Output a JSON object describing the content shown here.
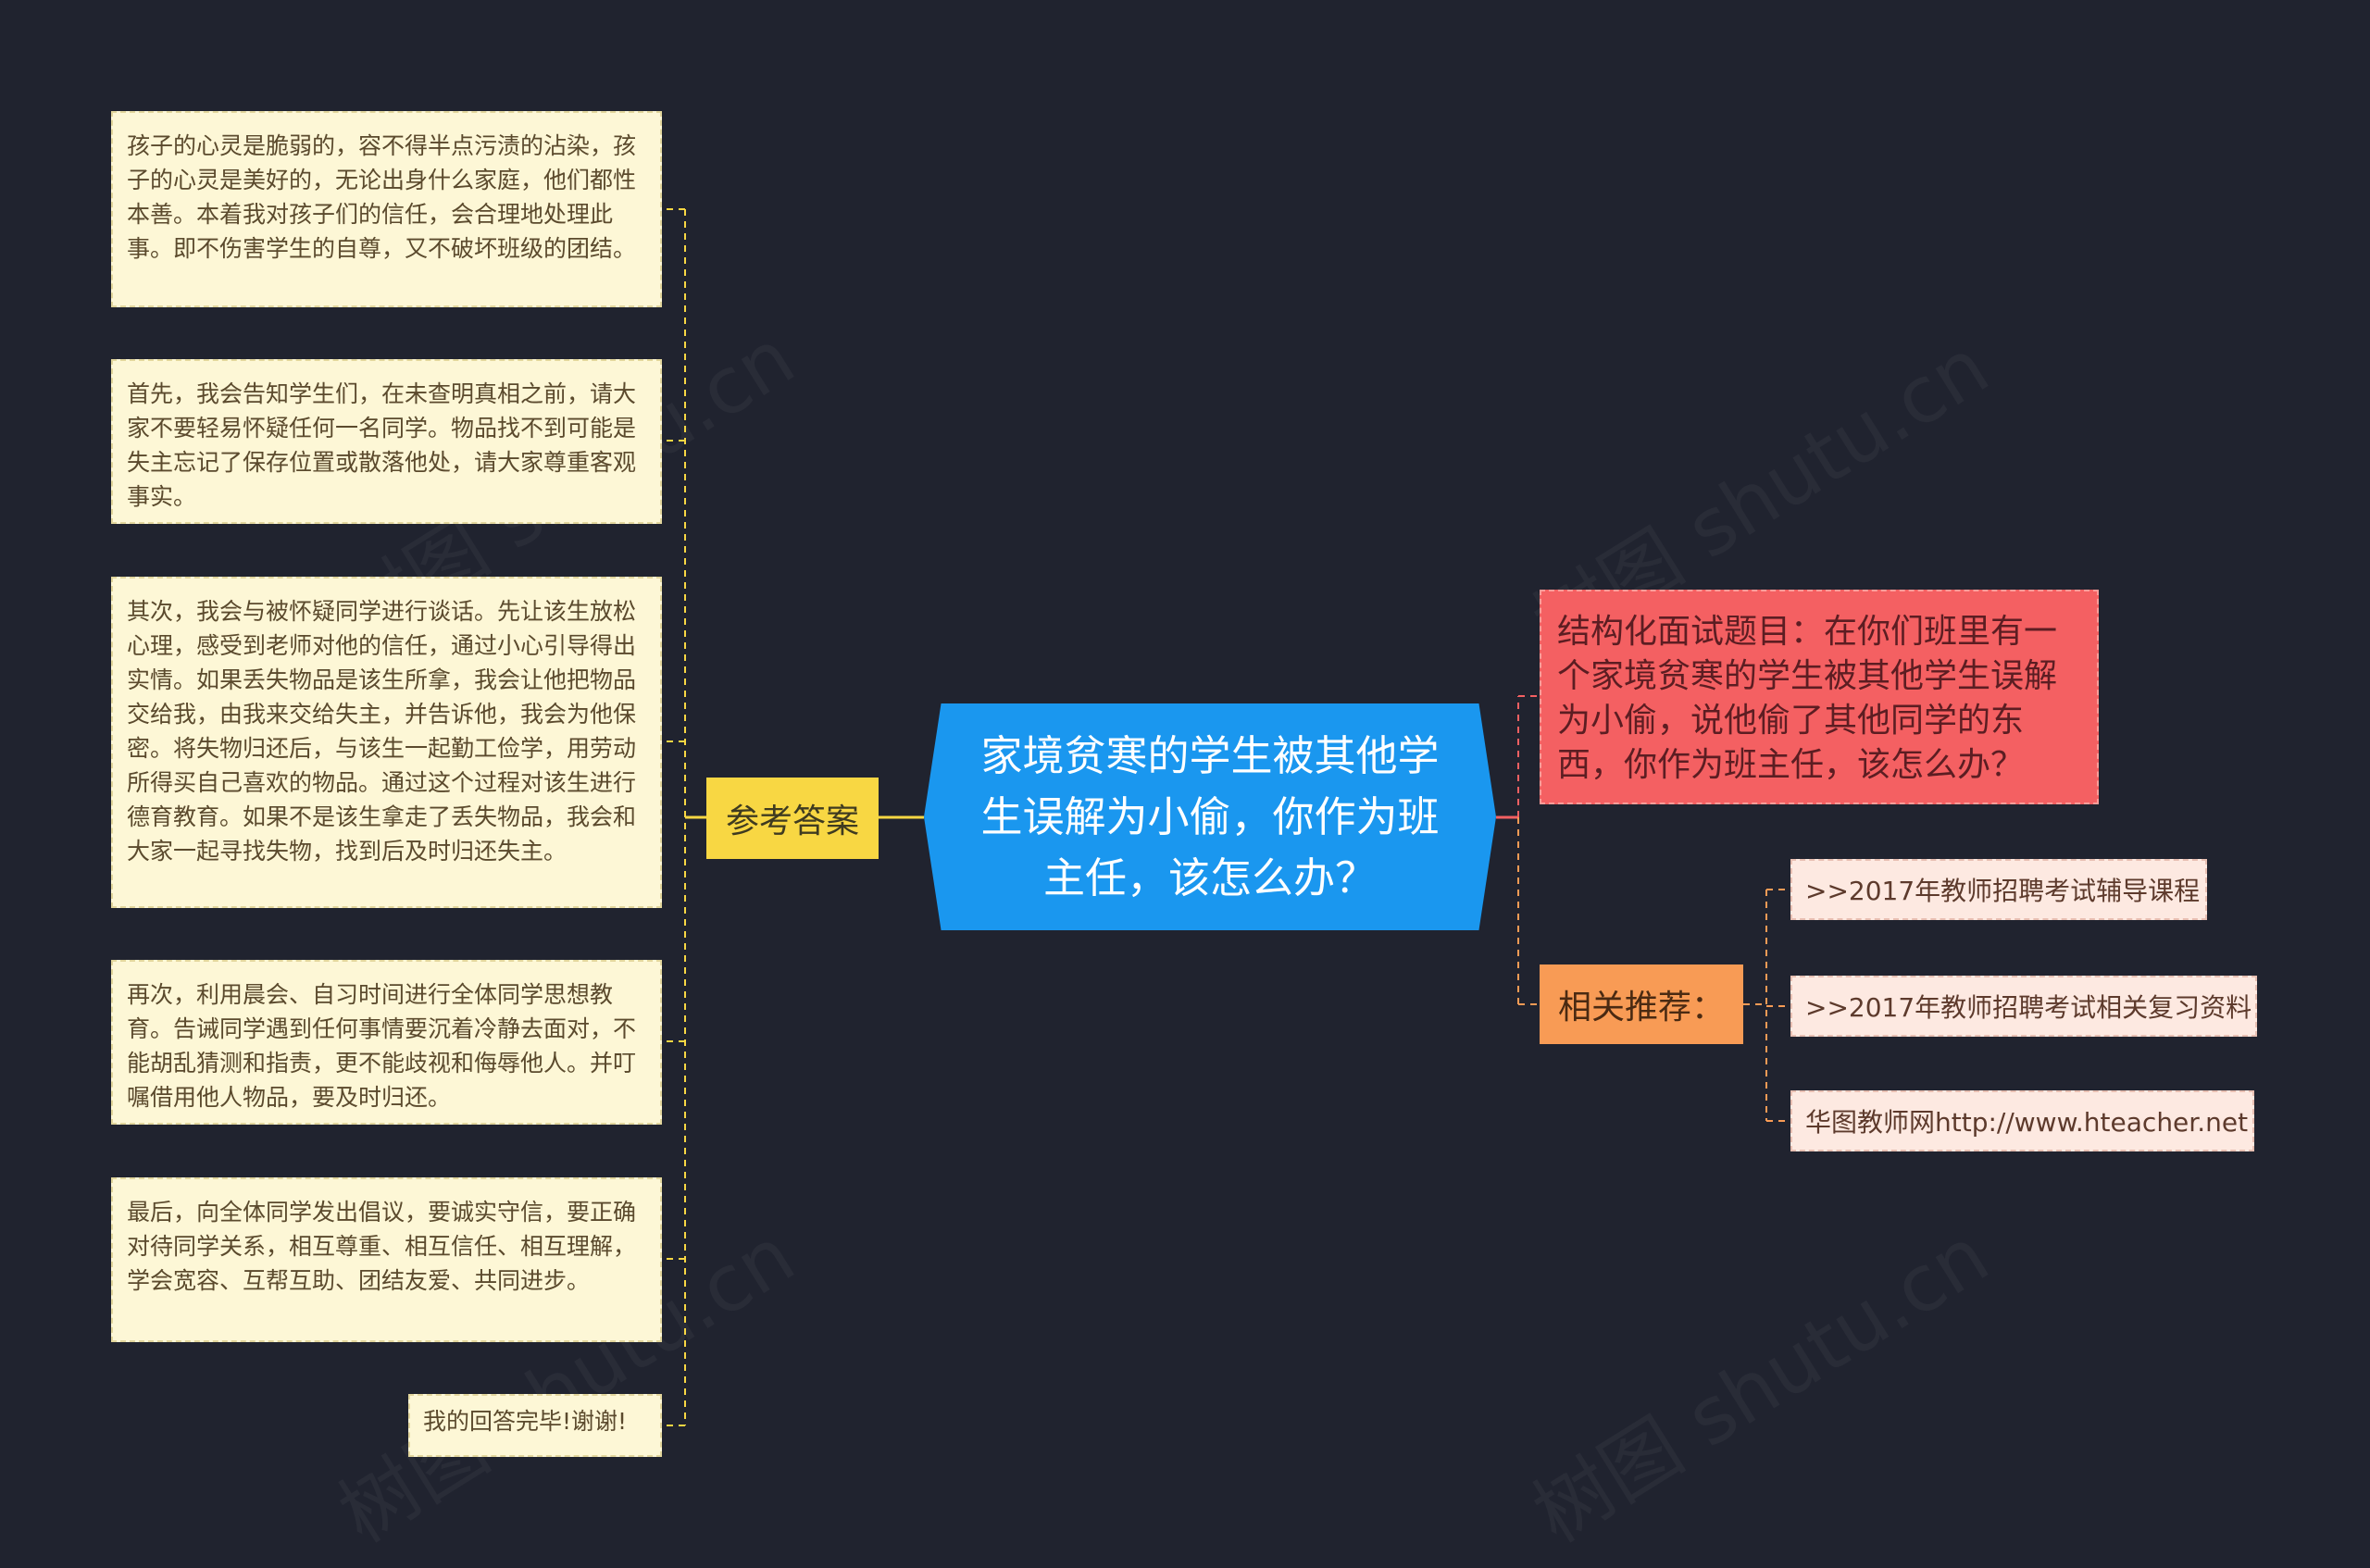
{
  "center": "家境贫寒的学生被其他学生误解为小偷，你作为班主任，该怎么办？",
  "answer_label": "参考答案",
  "answers": [
    "孩子的心灵是脆弱的，容不得半点污渍的沾染，孩子的心灵是美好的，无论出身什么家庭，他们都性本善。本着我对孩子们的信任，会合理地处理此事。即不伤害学生的自尊，又不破坏班级的团结。",
    "首先，我会告知学生们，在未查明真相之前，请大家不要轻易怀疑任何一名同学。物品找不到可能是失主忘记了保存位置或散落他处，请大家尊重客观事实。",
    "其次，我会与被怀疑同学进行谈话。先让该生放松心理，感受到老师对他的信任，通过小心引导得出实情。如果丢失物品是该生所拿，我会让他把物品交给我，由我来交给失主，并告诉他，我会为他保密。将失物归还后，与该生一起勤工俭学，用劳动所得买自己喜欢的物品。通过这个过程对该生进行德育教育。如果不是该生拿走了丢失物品，我会和大家一起寻找失物，找到后及时归还失主。",
    "再次，利用晨会、自习时间进行全体同学思想教育。告诫同学遇到任何事情要沉着冷静去面对，不能胡乱猜测和指责，更不能歧视和侮辱他人。并叮嘱借用他人物品，要及时归还。",
    "最后，向全体同学发出倡议，要诚实守信，要正确对待同学关系，相互尊重、相互信任、相互理解，学会宽容、互帮互助、团结友爱、共同进步。",
    "我的回答完毕!谢谢!"
  ],
  "question": "结构化面试题目：在你们班里有一个家境贫寒的学生被其他学生误解为小偷，说他偷了其他同学的东西，你作为班主任，该怎么办？",
  "related_label": "相关推荐：",
  "recommendations": [
    ">>2017年教师招聘考试辅导课程",
    ">>2017年教师招聘考试相关复习资料",
    "华图教师网http://www.hteacher.net"
  ],
  "watermark": "树图 shutu.cn",
  "colors": {
    "background": "#20232f",
    "center": "#1a97ef",
    "answer_branch": "#f8d743",
    "question_branch": "#f46062",
    "related_branch": "#f89b55"
  }
}
